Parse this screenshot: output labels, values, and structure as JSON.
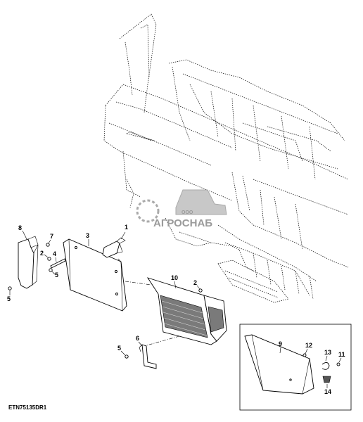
{
  "figure_id": "ETN75135DR1",
  "callouts": {
    "c1": "1",
    "c2a": "2",
    "c2b": "2",
    "c3": "3",
    "c4": "4",
    "c5a": "5",
    "c5b": "5",
    "c5c": "5",
    "c6": "6",
    "c7": "7",
    "c8": "8",
    "c9": "9",
    "c10": "10",
    "c11": "11",
    "c12": "12",
    "c13": "13",
    "c14": "14"
  },
  "watermark": {
    "brand": "АГРОСНАБ",
    "prefix": "ООО"
  }
}
